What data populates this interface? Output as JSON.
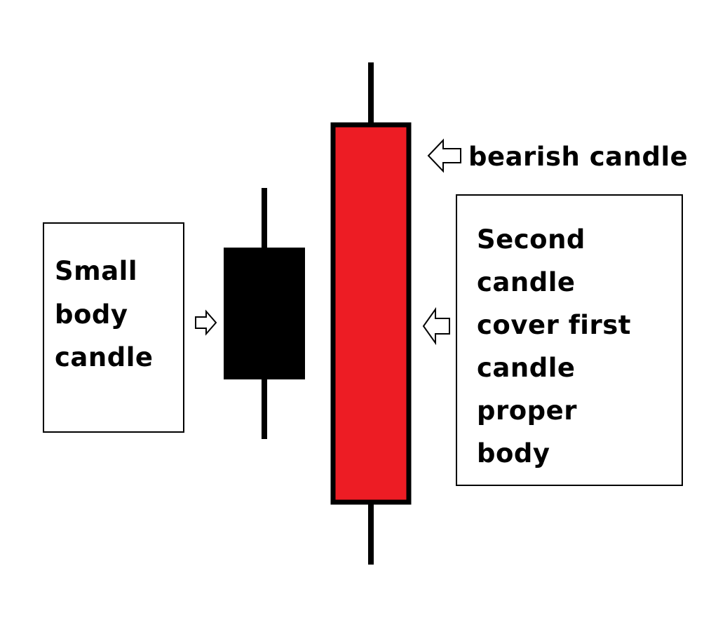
{
  "labels": {
    "top_arrow_text": "bearish candle",
    "left_box_lines": [
      "Small",
      "body",
      "candle"
    ],
    "right_box_lines": [
      "Second",
      "candle",
      "cover first",
      "candle",
      "proper",
      "body"
    ]
  },
  "colors": {
    "bearish_body": "#ed1c24",
    "small_body": "#000000",
    "stroke": "#000000",
    "background": "#ffffff"
  },
  "icons": {
    "left_arrow": "arrow-right-icon",
    "right_arrow": "arrow-left-icon",
    "top_arrow": "arrow-left-icon"
  }
}
